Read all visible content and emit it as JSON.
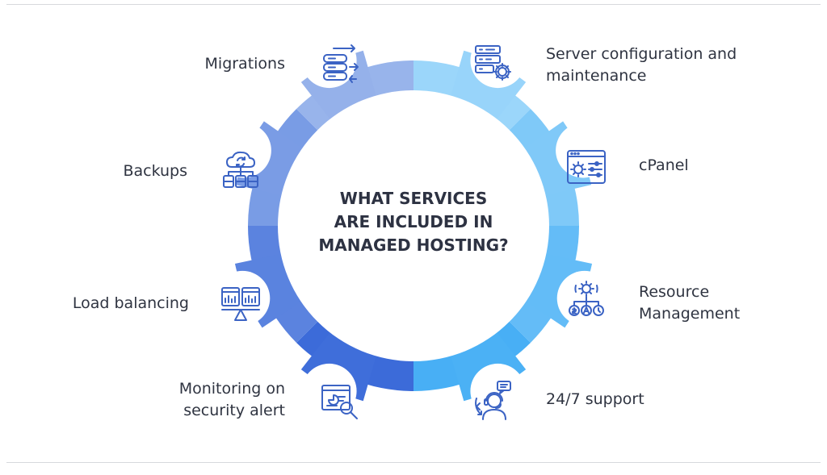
{
  "diagram": {
    "center_title": [
      "WHAT SERVICES",
      "ARE INCLUDED IN",
      "MANAGED HOSTING?"
    ],
    "services": [
      {
        "key": "migrations",
        "lines": [
          "Migrations"
        ],
        "icon": "database-transfer-icon"
      },
      {
        "key": "backups",
        "lines": [
          "Backups"
        ],
        "icon": "cloud-backup-icon"
      },
      {
        "key": "load-balancing",
        "lines": [
          "Load balancing"
        ],
        "icon": "load-balancer-icon"
      },
      {
        "key": "monitoring",
        "lines": [
          "Monitoring on",
          "security alert"
        ],
        "icon": "security-monitoring-icon"
      },
      {
        "key": "server-config",
        "lines": [
          "Server configuration and",
          "maintenance"
        ],
        "icon": "server-gear-icon"
      },
      {
        "key": "cpanel",
        "lines": [
          "cPanel"
        ],
        "icon": "control-panel-icon"
      },
      {
        "key": "resource-management",
        "lines": [
          "Resource",
          "Management"
        ],
        "icon": "resource-management-icon"
      },
      {
        "key": "support",
        "lines": [
          "24/7 support"
        ],
        "icon": "support-headset-icon"
      }
    ],
    "colors": {
      "ring_left_top": "#a7c0ee",
      "ring_left_bottom": "#2d5fd6",
      "ring_right_top": "#a9dcfb",
      "ring_right_bottom": "#3aa9f4",
      "icon_stroke": "#3b63c4",
      "text": "#2f3441"
    }
  }
}
